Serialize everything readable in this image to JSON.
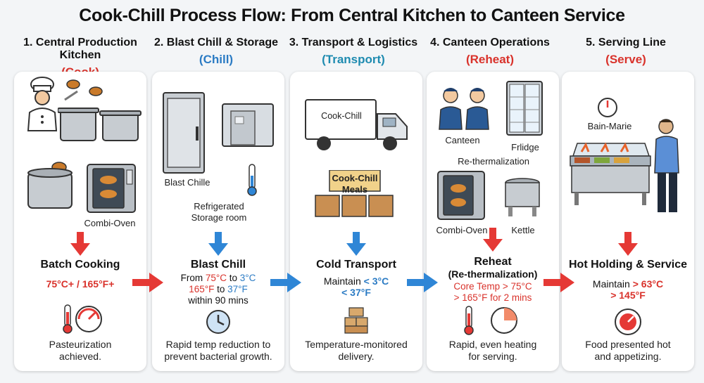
{
  "title": "Cook-Chill Process Flow: From Central Kitchen to Canteen Service",
  "colors": {
    "red": "#d9322b",
    "blue": "#2b7bc4",
    "teal": "#1e8bb0",
    "arrow_red": "#e53935",
    "arrow_blue": "#2f86d6"
  },
  "steps": [
    {
      "heading": "1. Central Production Kitchen",
      "tag": "(Cook)",
      "labels": {
        "oven": "Combi-Oven"
      },
      "stage_title": "Batch Cooking",
      "temp": "75°C+ / 165°F+",
      "bottom": [
        "Pasteurization",
        "achieved."
      ]
    },
    {
      "heading": "2. Blast Chill & Storage",
      "tag": "(Chill)",
      "labels": {
        "chiller": "Blast Chille",
        "storage_1": "Refrigerated",
        "storage_2": "Storage room"
      },
      "stage_title": "Blast Chill",
      "line1_pre": "From ",
      "line1_a": "75°C",
      "line1_mid": " to ",
      "line1_b": "3°C",
      "line2_a": "165°F",
      "line2_mid": " to ",
      "line2_b": "37°F",
      "line3": "within 90 mins",
      "bottom": [
        "Rapid temp reduction to",
        "prevent bacterial growth."
      ]
    },
    {
      "heading": "3. Transport & Logistics",
      "tag": "(Transport)",
      "labels": {
        "truck": "Cook-Chill",
        "boxes_1": "Cook-Chill",
        "boxes_2": "Meals"
      },
      "stage_title": "Cold Transport",
      "line1_pre": "Maintain ",
      "line1_a": "< 3°C",
      "line2_a": "< 37°F",
      "bottom": [
        "Temperature-monitored",
        "delivery."
      ]
    },
    {
      "heading": "4. Canteen Operations",
      "tag": "(Reheat)",
      "labels": {
        "canteen": "Canteen",
        "fridge": "Frlidge",
        "rethermal": "Re-thermalization",
        "oven": "Combi-Oven",
        "kettle": "Kettle"
      },
      "stage_title": "Reheat",
      "stage_sub": "(Re-thermalization)",
      "line1": "Core Temp > 75°C",
      "line2": "> 165°F for 2 mins",
      "bottom": [
        "Rapid, even heating",
        "for serving."
      ]
    },
    {
      "heading": "5. Serving Line",
      "tag": "(Serve)",
      "labels": {
        "bain": "Bain-Marie"
      },
      "stage_title": "Hot Holding & Service",
      "line1_pre": "Maintain ",
      "line1_a": "> 63°C",
      "line2_a": "> 145°F",
      "bottom": [
        "Food presented hot",
        "and appetizing."
      ]
    }
  ]
}
